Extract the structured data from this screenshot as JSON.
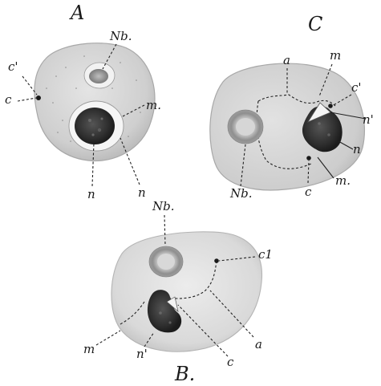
{
  "colors": {
    "cell_fill": "#d6d6d6",
    "cell_edge": "#a8a8a8",
    "nucleus_dark": "#2e2e2e",
    "nucleolus_ring": "#8c8c8c",
    "ink": "#1a1a1a"
  },
  "panels": {
    "A": {
      "title": "A",
      "labels": {
        "nb": "Nb.",
        "c_prime": "c'",
        "c": "c",
        "m": "m.",
        "n": "n",
        "n2": "n"
      }
    },
    "C": {
      "title": "C",
      "labels": {
        "a": "a",
        "m": "m",
        "c_prime": "c'",
        "n_prime": "n'",
        "n": "n",
        "nb": "Nb.",
        "c": "c",
        "m2": "m."
      }
    },
    "B": {
      "title": "B.",
      "labels": {
        "nb": "Nb.",
        "c1": "c1",
        "m": "m",
        "n_prime": "n'",
        "c": "c",
        "a": "a"
      }
    }
  }
}
